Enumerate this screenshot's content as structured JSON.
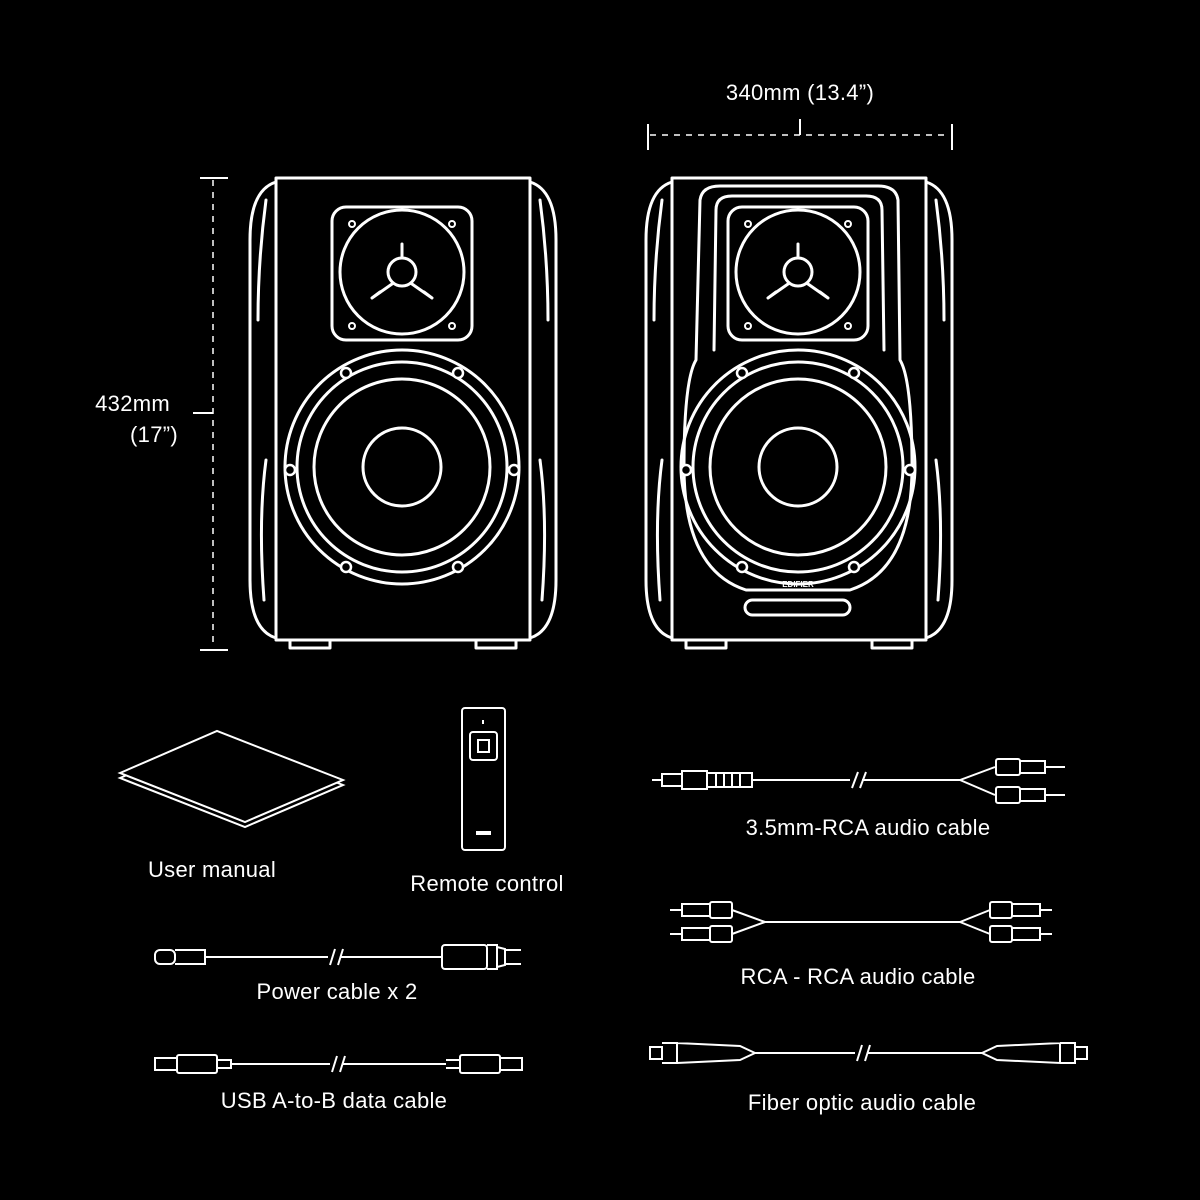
{
  "dimensions": {
    "width": "340mm (13.4”)",
    "height": "432mm",
    "height_in": "(17”)"
  },
  "brand_logo": "EDIFIER",
  "accessories": {
    "user_manual": "User manual",
    "remote_control": "Remote control",
    "aux_rca_cable": "3.5mm-RCA audio cable",
    "power_cable": "Power cable x 2",
    "rca_rca_cable": "RCA - RCA audio cable",
    "usb_cable": "USB A-to-B data cable",
    "optical_cable": "Fiber optic audio cable"
  }
}
